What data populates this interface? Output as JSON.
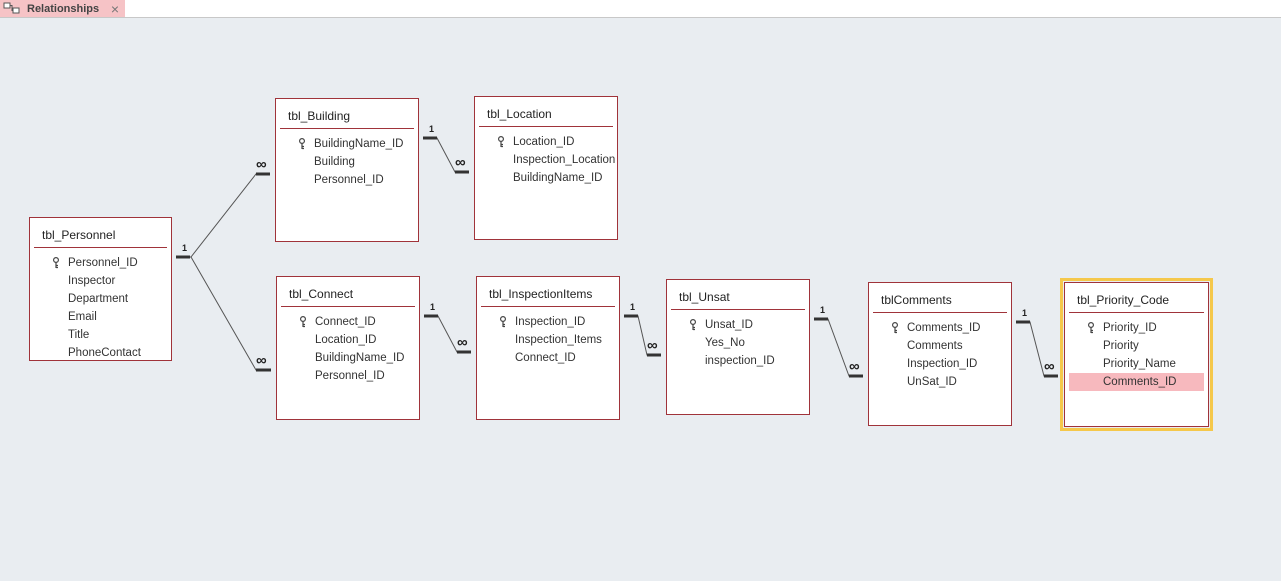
{
  "tab": {
    "label": "Relationships",
    "close": "×"
  },
  "tables": {
    "personnel": {
      "title": "tbl_Personnel",
      "fields": [
        "Personnel_ID",
        "Inspector",
        "Department",
        "Email",
        "Title",
        "PhoneContact"
      ]
    },
    "building": {
      "title": "tbl_Building",
      "fields": [
        "BuildingName_ID",
        "Building",
        "Personnel_ID"
      ]
    },
    "location": {
      "title": "tbl_Location",
      "fields": [
        "Location_ID",
        "Inspection_Location",
        "BuildingName_ID"
      ]
    },
    "connect": {
      "title": "tbl_Connect",
      "fields": [
        "Connect_ID",
        "Location_ID",
        "BuildingName_ID",
        "Personnel_ID"
      ]
    },
    "inspection_items": {
      "title": "tbl_InspectionItems",
      "fields": [
        "Inspection_ID",
        "Inspection_Items",
        "Connect_ID"
      ]
    },
    "unsat": {
      "title": "tbl_Unsat",
      "fields": [
        "Unsat_ID",
        "Yes_No",
        "inspection_ID"
      ]
    },
    "comments": {
      "title": "tblComments",
      "fields": [
        "Comments_ID",
        "Comments",
        "Inspection_ID",
        "UnSat_ID"
      ]
    },
    "priority_code": {
      "title": "tbl_Priority_Code",
      "fields": [
        "Priority_ID",
        "Priority",
        "Priority_Name",
        "Comments_ID"
      ]
    }
  },
  "relationship_labels": {
    "one": "1",
    "many": "∞"
  },
  "colors": {
    "border": "#a0333a",
    "highlight": "#f7b9be",
    "selected_outline": "#f5c84b",
    "canvas": "#e9edf1"
  }
}
